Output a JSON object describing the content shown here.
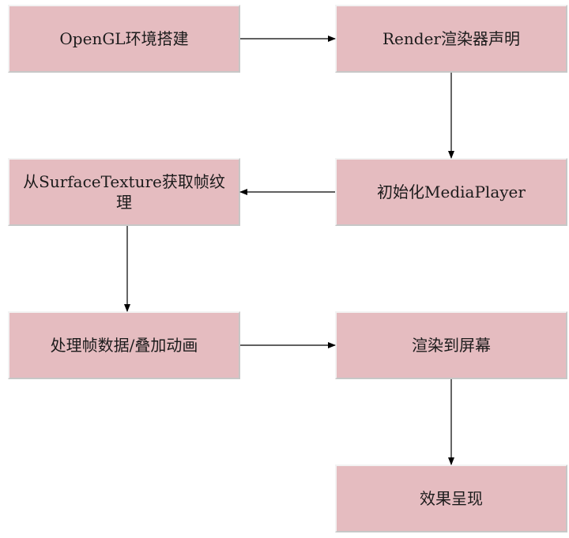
{
  "nodes": {
    "opengl_setup": "OpenGL环境搭建",
    "render_declare": "Render渲染器声明",
    "init_mediaplayer": "初始化MediaPlayer",
    "get_frame_texture": "从SurfaceTexture获取帧纹理",
    "process_frame": "处理帧数据/叠加动画",
    "render_screen": "渲染到屏幕",
    "effect_present": "效果呈现"
  },
  "colors": {
    "node_fill": "#e5bcc0",
    "arrow": "#000000"
  }
}
